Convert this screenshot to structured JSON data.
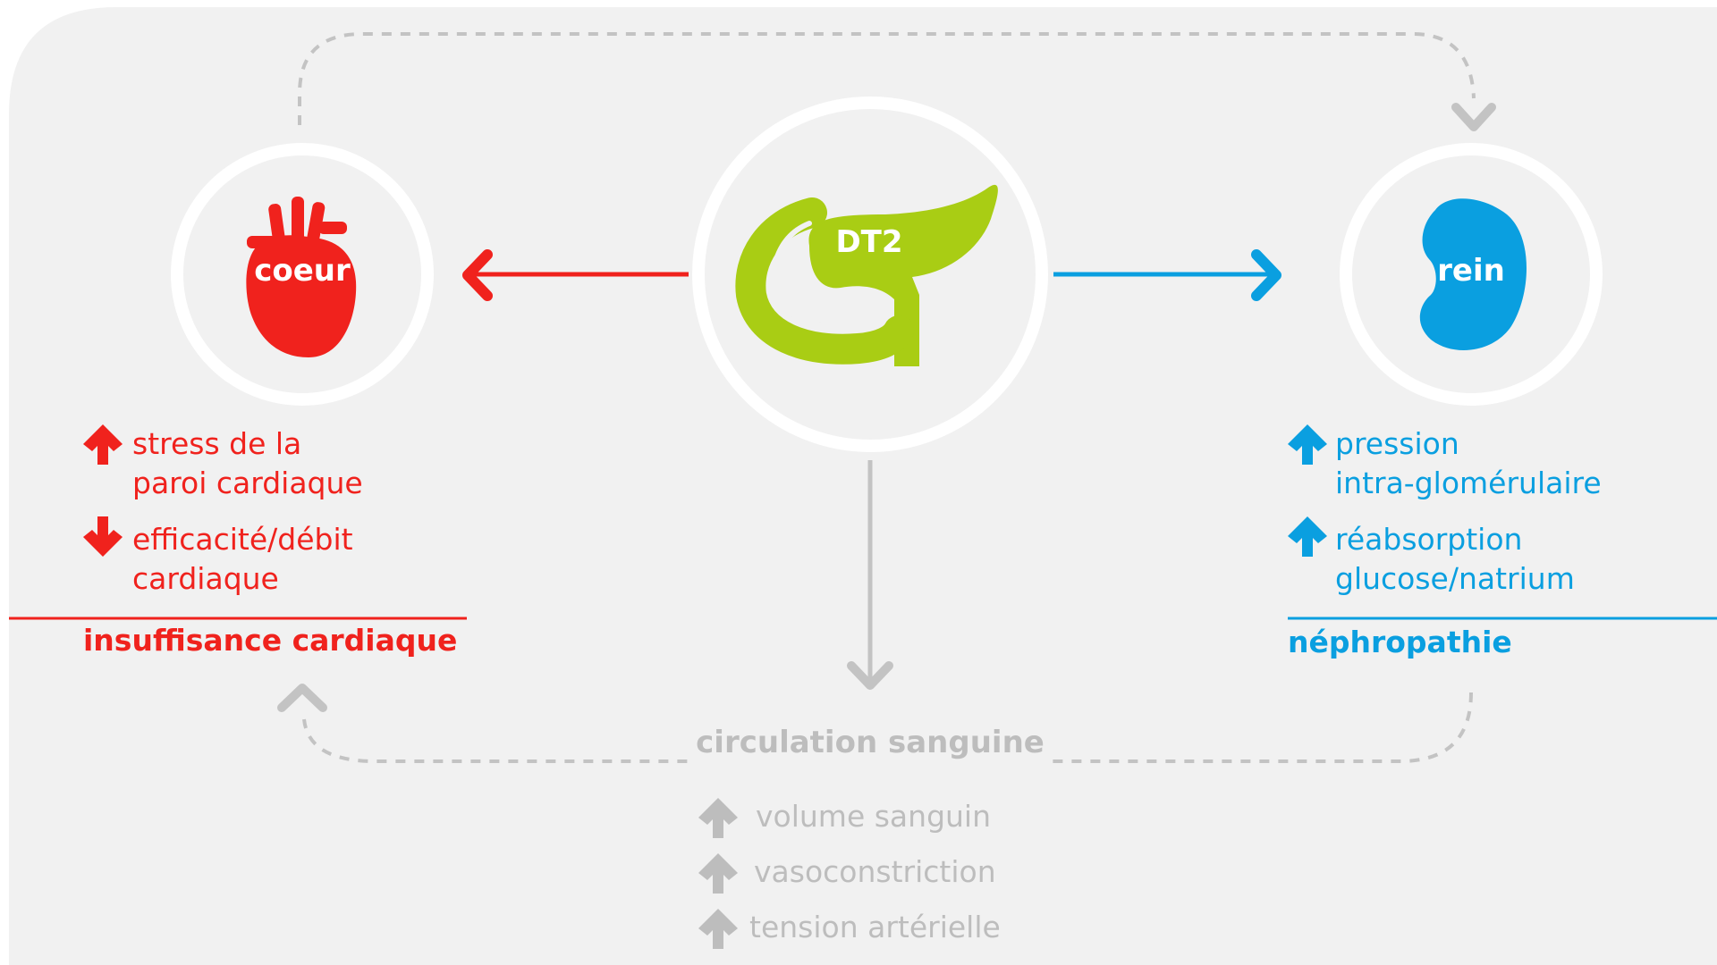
{
  "colors": {
    "background": "#f1f1f1",
    "heart_red": "#f0221d",
    "kidney_blue": "#0a9fe0",
    "pancreas_green": "#a9cd14",
    "gray": "#bdbdbd",
    "circle_white": "#ffffff"
  },
  "center": {
    "label": "DT2",
    "icon": "pancreas-icon"
  },
  "heart": {
    "label": "coeur",
    "icon": "heart-icon",
    "effects": [
      {
        "direction": "up",
        "icon": "arrow-up-icon",
        "lines": [
          "stress de la",
          "paroi cardiaque"
        ]
      },
      {
        "direction": "down",
        "icon": "arrow-down-icon",
        "lines": [
          "efficacité/débit",
          "cardiaque"
        ]
      }
    ],
    "outcome": "insuffisance cardiaque"
  },
  "kidney": {
    "label": "rein",
    "icon": "kidney-icon",
    "effects": [
      {
        "direction": "up",
        "icon": "arrow-up-icon",
        "lines": [
          "pression",
          "intra-glomérulaire"
        ]
      },
      {
        "direction": "up",
        "icon": "arrow-up-icon",
        "lines": [
          "réabsorption",
          "glucose/natrium"
        ]
      }
    ],
    "outcome": "néphropathie"
  },
  "circulation": {
    "label": "circulation sanguine",
    "effects": [
      {
        "direction": "up",
        "icon": "arrow-up-icon",
        "text": "volume sanguin"
      },
      {
        "direction": "up",
        "icon": "arrow-up-icon",
        "text": "vasoconstriction"
      },
      {
        "direction": "up",
        "icon": "arrow-up-icon",
        "text": "tension artérielle"
      }
    ]
  }
}
